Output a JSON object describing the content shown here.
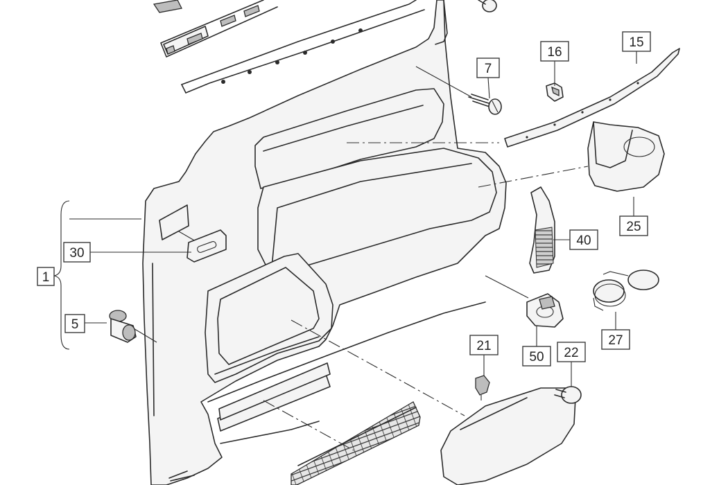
{
  "callouts": [
    {
      "id": "c1",
      "text": "1"
    },
    {
      "id": "c5",
      "text": "5"
    },
    {
      "id": "c7",
      "text": "7"
    },
    {
      "id": "c15",
      "text": "15"
    },
    {
      "id": "c16",
      "text": "16"
    },
    {
      "id": "c21",
      "text": "21"
    },
    {
      "id": "c22",
      "text": "22"
    },
    {
      "id": "c25",
      "text": "25"
    },
    {
      "id": "c27",
      "text": "27"
    },
    {
      "id": "c30",
      "text": "30"
    },
    {
      "id": "c40",
      "text": "40"
    },
    {
      "id": "c50",
      "text": "50"
    }
  ]
}
